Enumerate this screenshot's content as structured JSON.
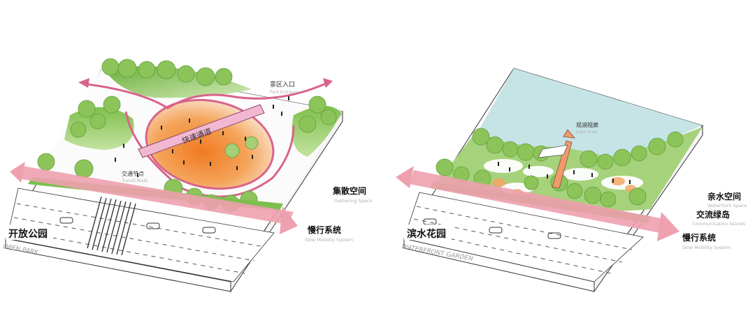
{
  "colors": {
    "green_light": "#b5d98a",
    "green_mid": "#8cc45a",
    "green_dark": "#5e9e36",
    "pink_arrow": "#e98a9c",
    "pink_path": "#d9638a",
    "orange_center": "#f08a2e",
    "orange_edge": "#f6d0a0",
    "water": "#c6e4e6",
    "road_line": "#444444"
  },
  "left_panel": {
    "title_zh": "开放公园",
    "title_en": "OPEN PARK",
    "labels": {
      "scenic_entrance_zh": "景区入口",
      "scenic_entrance_en": "Park Entrance",
      "fast_channel_zh": "快速通道",
      "traffic_node_zh": "交通节点",
      "traffic_node_en": "Transit Node",
      "gathering_zh": "集散空间",
      "gathering_en": "Gathering Space",
      "slow_system_zh": "慢行系统",
      "slow_system_en": "Slow Mobility System"
    }
  },
  "right_panel": {
    "title_zh": "滨水花园",
    "title_en": "WATERFRONT GARDEN",
    "labels": {
      "lake_view_zh": "观湖视廊",
      "lake_view_en": "Lake View",
      "waterfront_zh": "亲水空间",
      "waterfront_en": "Waterfront Space",
      "green_island_zh": "交流绿岛",
      "green_island_en": "Communication Islands",
      "slow_system_zh": "慢行系统",
      "slow_system_en": "Slow Mobility System"
    }
  }
}
